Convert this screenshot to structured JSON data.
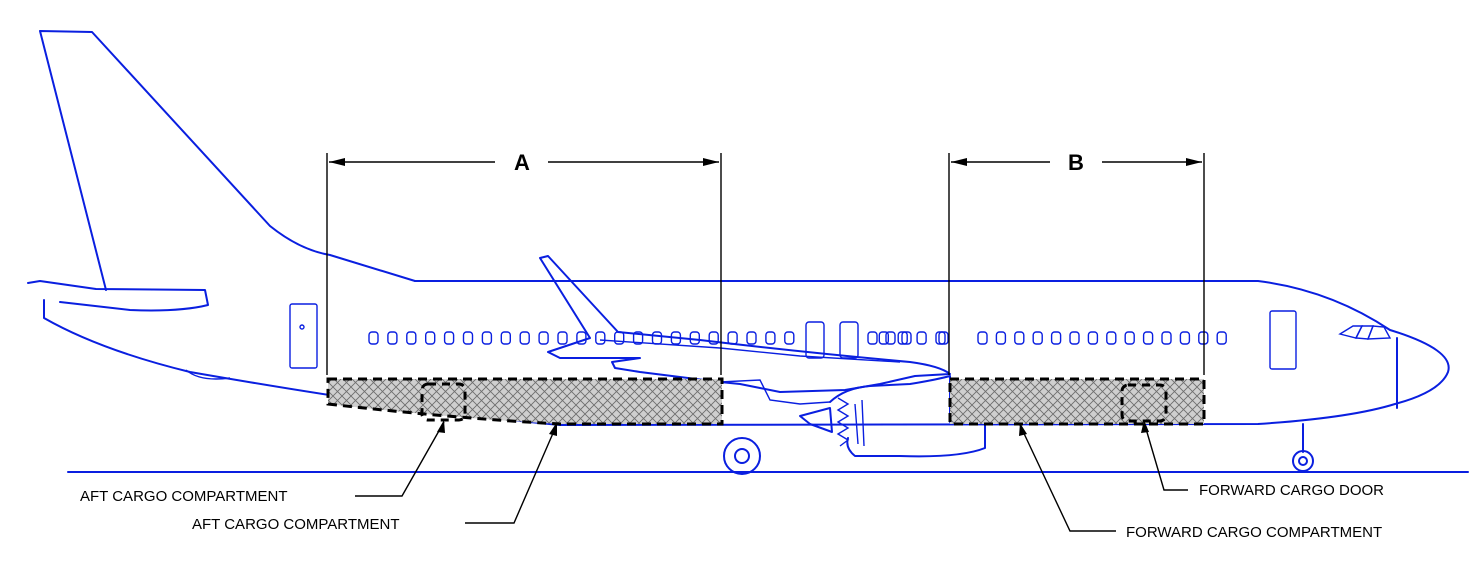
{
  "dimensions": {
    "a_label": "A",
    "b_label": "B"
  },
  "callouts": {
    "aft_cargo_compartment_1": "AFT CARGO COMPARTMENT",
    "aft_cargo_compartment_2": "AFT CARGO COMPARTMENT",
    "forward_cargo_door": "FORWARD CARGO DOOR",
    "forward_cargo_compartment": "FORWARD CARGO COMPARTMENT"
  },
  "colors": {
    "airframe": "#0a1fe0",
    "annotation": "#000000",
    "hatch": "#9a9a9a"
  }
}
